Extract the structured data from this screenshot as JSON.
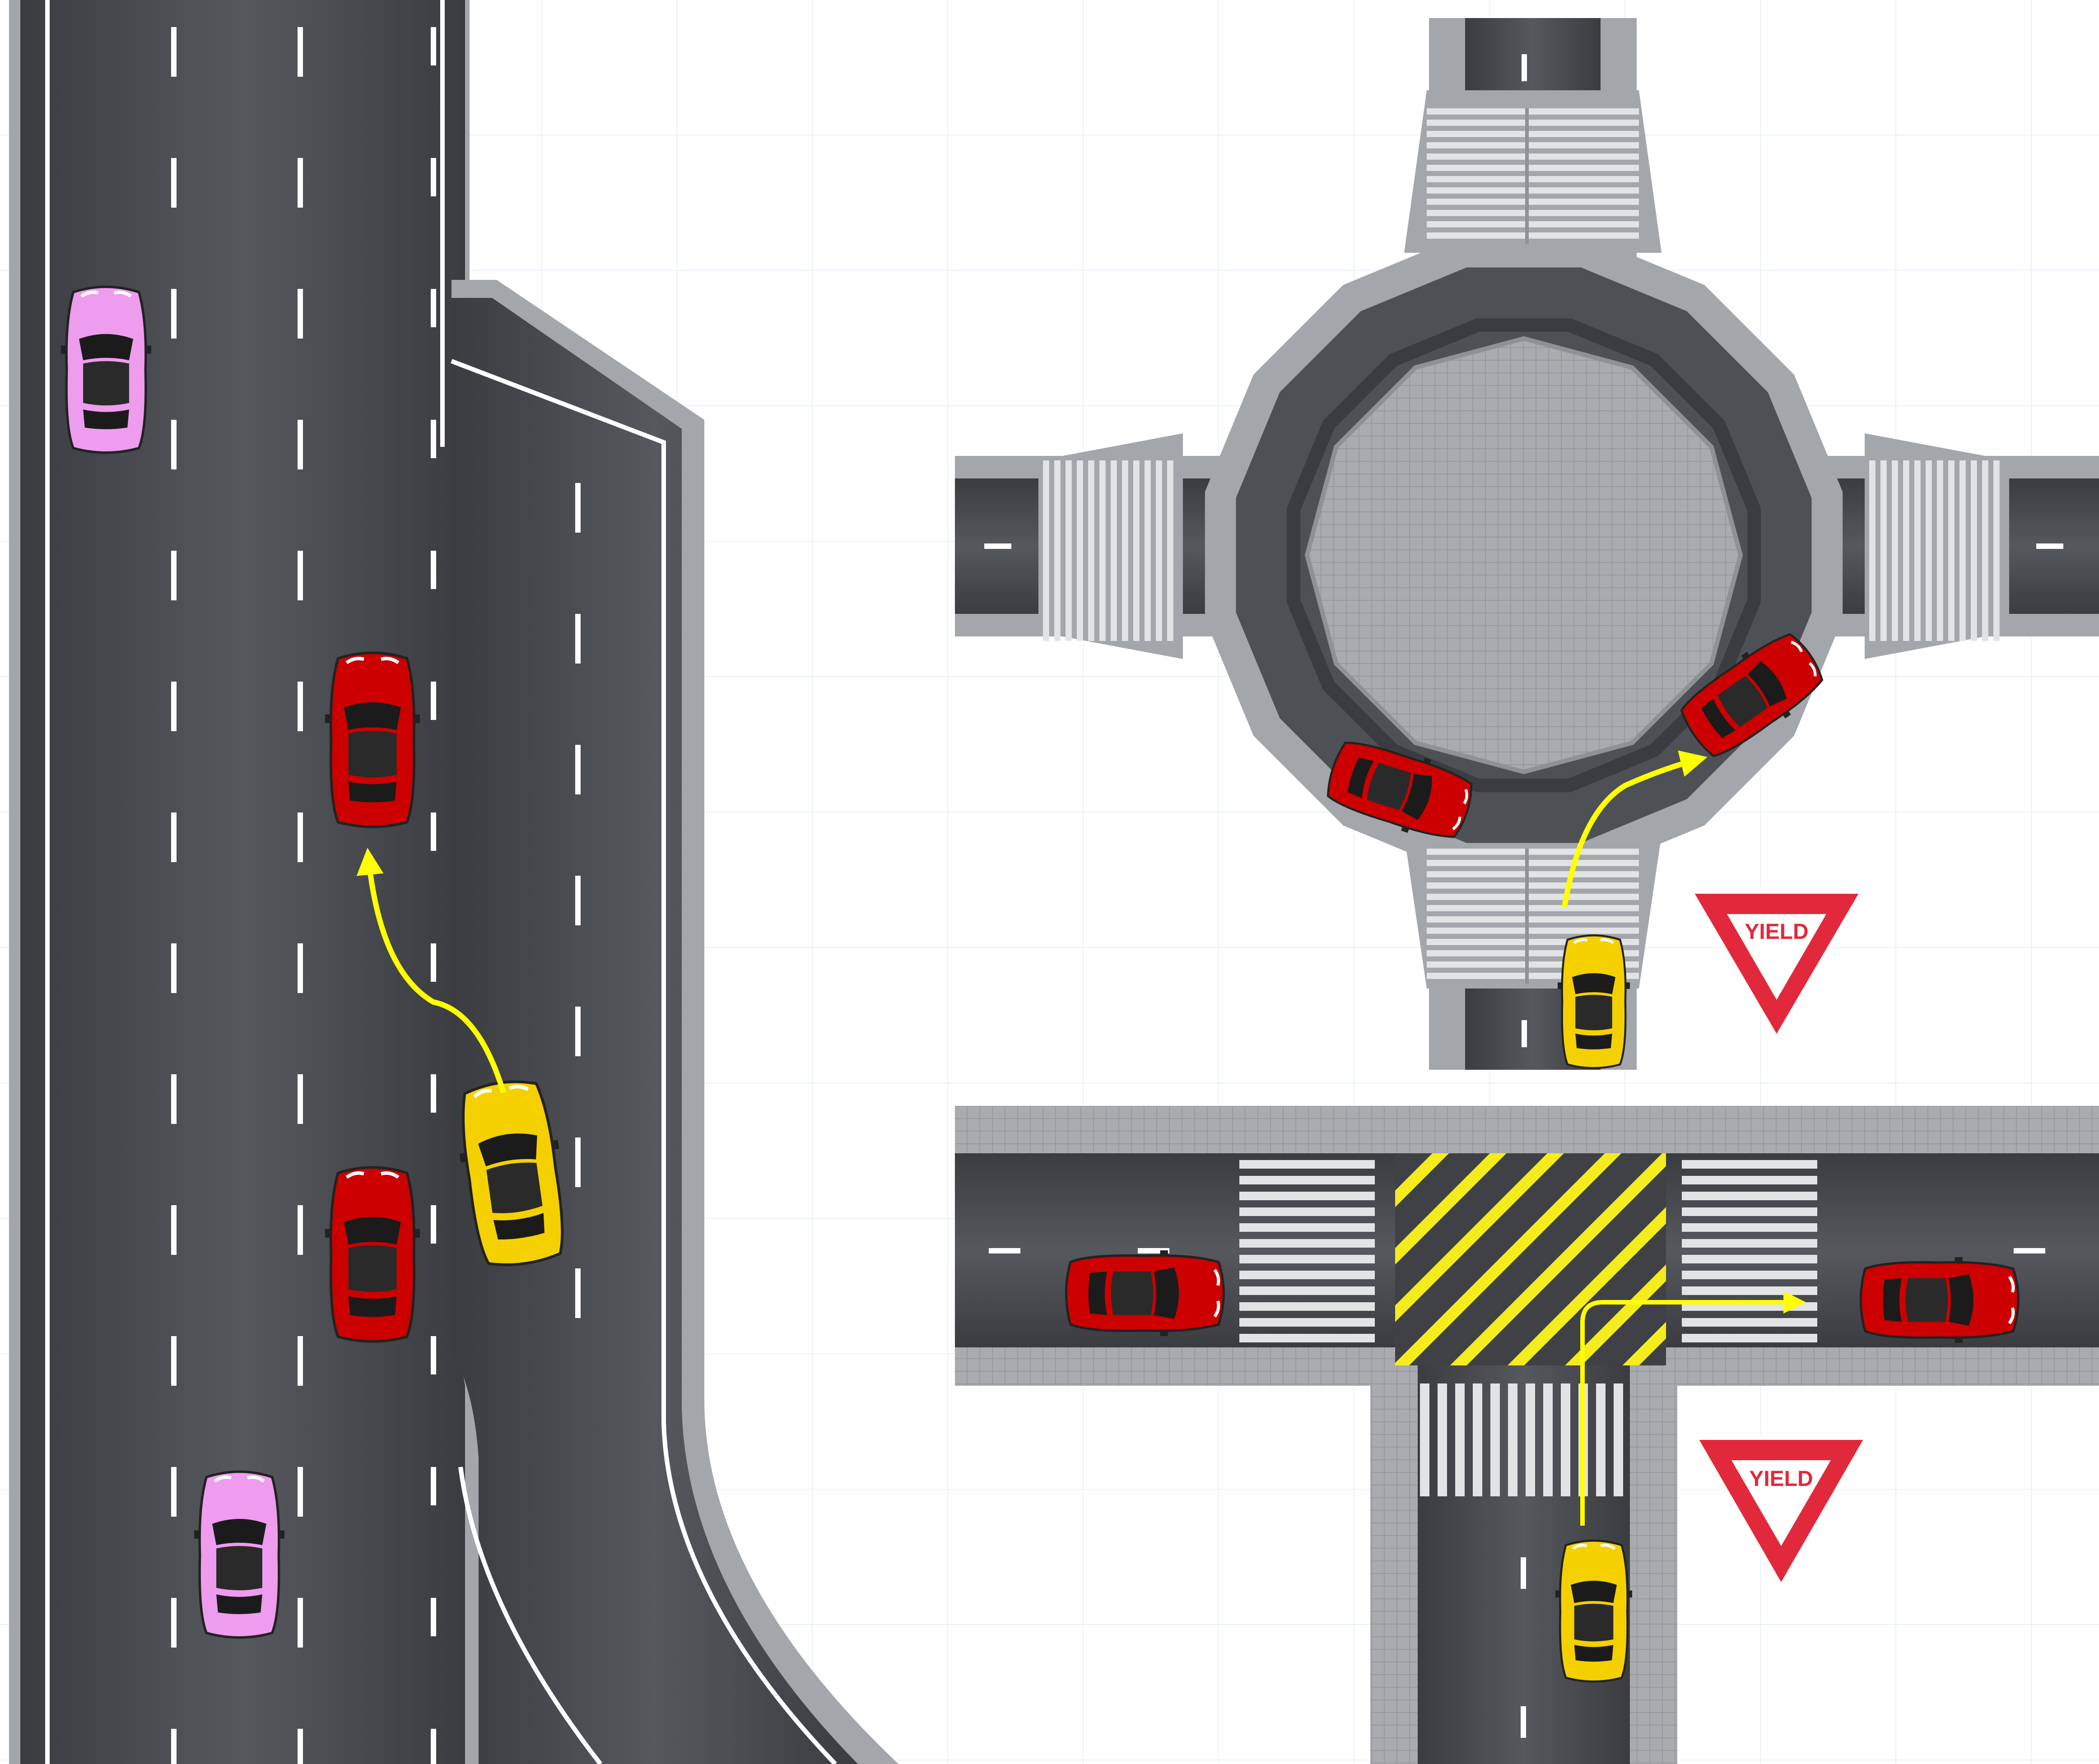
{
  "colors": {
    "background": "#ffffff",
    "grid": "#e3eef7",
    "asphalt": "#4a4d52",
    "asphalt_edge": "#3a3c40",
    "curb": "#a3a6aa",
    "sidewalk": "#b8babd",
    "lane_marking": "#ffffff",
    "crosswalk_stripe": "#e2e3e5",
    "hatch_yellow": "#f4ec1c",
    "island": "#a9abae",
    "path_arrow": "#ffff00",
    "ego_car": "#f5d000",
    "red_car": "#cc0000",
    "pink_car": "#ee9cee",
    "yield_red": "#e2293b",
    "yield_white": "#ffffff"
  },
  "scenes": [
    {
      "id": "highway-merge",
      "description_tag": "merge-lane",
      "ego_car_color": "yellow",
      "maneuver": "merge-left"
    },
    {
      "id": "roundabout",
      "description_tag": "roundabout-entry",
      "ego_car_color": "yellow",
      "maneuver": "enter-roundabout-right"
    },
    {
      "id": "t-intersection",
      "description_tag": "t-junction",
      "ego_car_color": "yellow",
      "maneuver": "turn-right"
    }
  ],
  "signs": {
    "roundabout_yield": "YIELD",
    "intersection_yield": "YIELD"
  },
  "icons": {
    "car": "car-topdown-icon",
    "sign": "yield-sign-icon",
    "arrow": "path-arrow-icon"
  }
}
